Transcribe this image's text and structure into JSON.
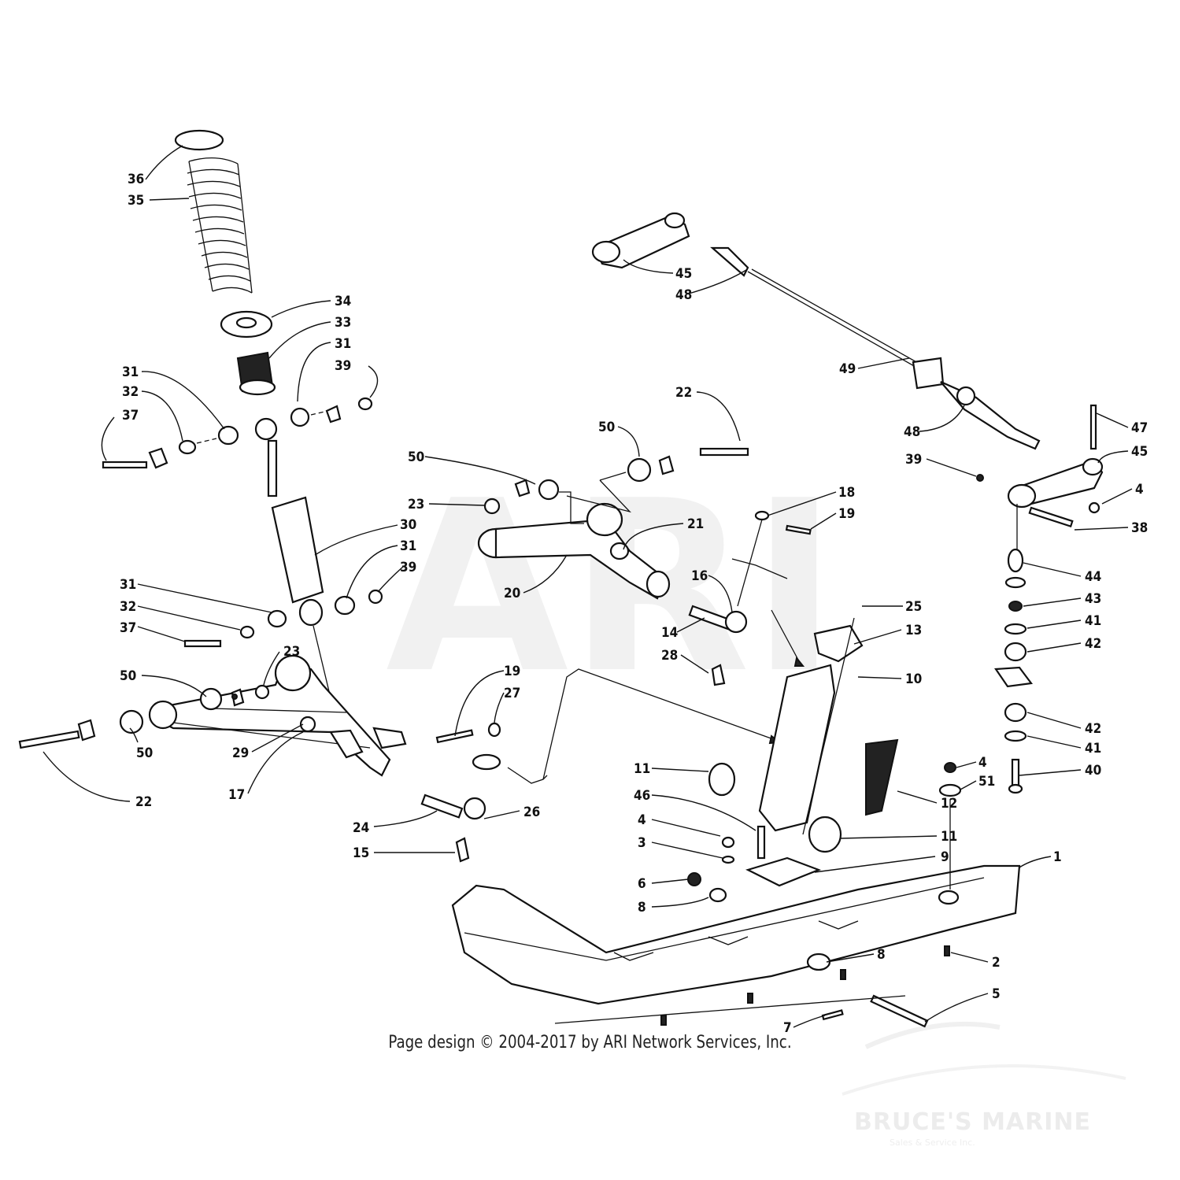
{
  "watermark": {
    "text": "ARI",
    "brand": "BRUCE'S MARINE",
    "tagline": "Sales & Service Inc."
  },
  "copyright": "Page design © 2004-2017 by ARI Network Services, Inc.",
  "callouts": [
    {
      "id": "36",
      "text": "36"
    },
    {
      "id": "35",
      "text": "35"
    },
    {
      "id": "34",
      "text": "34"
    },
    {
      "id": "33",
      "text": "33"
    },
    {
      "id": "31a",
      "text": "31"
    },
    {
      "id": "39a",
      "text": "39"
    },
    {
      "id": "31b",
      "text": "31"
    },
    {
      "id": "32a",
      "text": "32"
    },
    {
      "id": "37a",
      "text": "37"
    },
    {
      "id": "30",
      "text": "30"
    },
    {
      "id": "31c",
      "text": "31"
    },
    {
      "id": "39b",
      "text": "39"
    },
    {
      "id": "31d",
      "text": "31"
    },
    {
      "id": "32b",
      "text": "32"
    },
    {
      "id": "37b",
      "text": "37"
    },
    {
      "id": "23a",
      "text": "23"
    },
    {
      "id": "50a",
      "text": "50"
    },
    {
      "id": "50b",
      "text": "50"
    },
    {
      "id": "22a",
      "text": "22"
    },
    {
      "id": "29",
      "text": "29"
    },
    {
      "id": "17",
      "text": "17"
    },
    {
      "id": "24",
      "text": "24"
    },
    {
      "id": "15",
      "text": "15"
    },
    {
      "id": "26",
      "text": "26"
    },
    {
      "id": "19a",
      "text": "19"
    },
    {
      "id": "27",
      "text": "27"
    },
    {
      "id": "50c",
      "text": "50"
    },
    {
      "id": "23b",
      "text": "23"
    },
    {
      "id": "20",
      "text": "20"
    },
    {
      "id": "21",
      "text": "21"
    },
    {
      "id": "50d",
      "text": "50"
    },
    {
      "id": "22b",
      "text": "22"
    },
    {
      "id": "16",
      "text": "16"
    },
    {
      "id": "14",
      "text": "14"
    },
    {
      "id": "28",
      "text": "28"
    },
    {
      "id": "18",
      "text": "18"
    },
    {
      "id": "19b",
      "text": "19"
    },
    {
      "id": "25",
      "text": "25"
    },
    {
      "id": "13",
      "text": "13"
    },
    {
      "id": "10",
      "text": "10"
    },
    {
      "id": "11a",
      "text": "11"
    },
    {
      "id": "46",
      "text": "46"
    },
    {
      "id": "4a",
      "text": "4"
    },
    {
      "id": "3",
      "text": "3"
    },
    {
      "id": "6",
      "text": "6"
    },
    {
      "id": "8a",
      "text": "8"
    },
    {
      "id": "12",
      "text": "12"
    },
    {
      "id": "11b",
      "text": "11"
    },
    {
      "id": "9",
      "text": "9"
    },
    {
      "id": "1",
      "text": "1"
    },
    {
      "id": "8b",
      "text": "8"
    },
    {
      "id": "2",
      "text": "2"
    },
    {
      "id": "5",
      "text": "5"
    },
    {
      "id": "7",
      "text": "7"
    },
    {
      "id": "45a",
      "text": "45"
    },
    {
      "id": "48a",
      "text": "48"
    },
    {
      "id": "49",
      "text": "49"
    },
    {
      "id": "48b",
      "text": "48"
    },
    {
      "id": "47",
      "text": "47"
    },
    {
      "id": "45b",
      "text": "45"
    },
    {
      "id": "39c",
      "text": "39"
    },
    {
      "id": "4b",
      "text": "4"
    },
    {
      "id": "38",
      "text": "38"
    },
    {
      "id": "44",
      "text": "44"
    },
    {
      "id": "43",
      "text": "43"
    },
    {
      "id": "41a",
      "text": "41"
    },
    {
      "id": "42a",
      "text": "42"
    },
    {
      "id": "42b",
      "text": "42"
    },
    {
      "id": "41b",
      "text": "41"
    },
    {
      "id": "40",
      "text": "40"
    },
    {
      "id": "4c",
      "text": "4"
    },
    {
      "id": "51",
      "text": "51"
    }
  ]
}
